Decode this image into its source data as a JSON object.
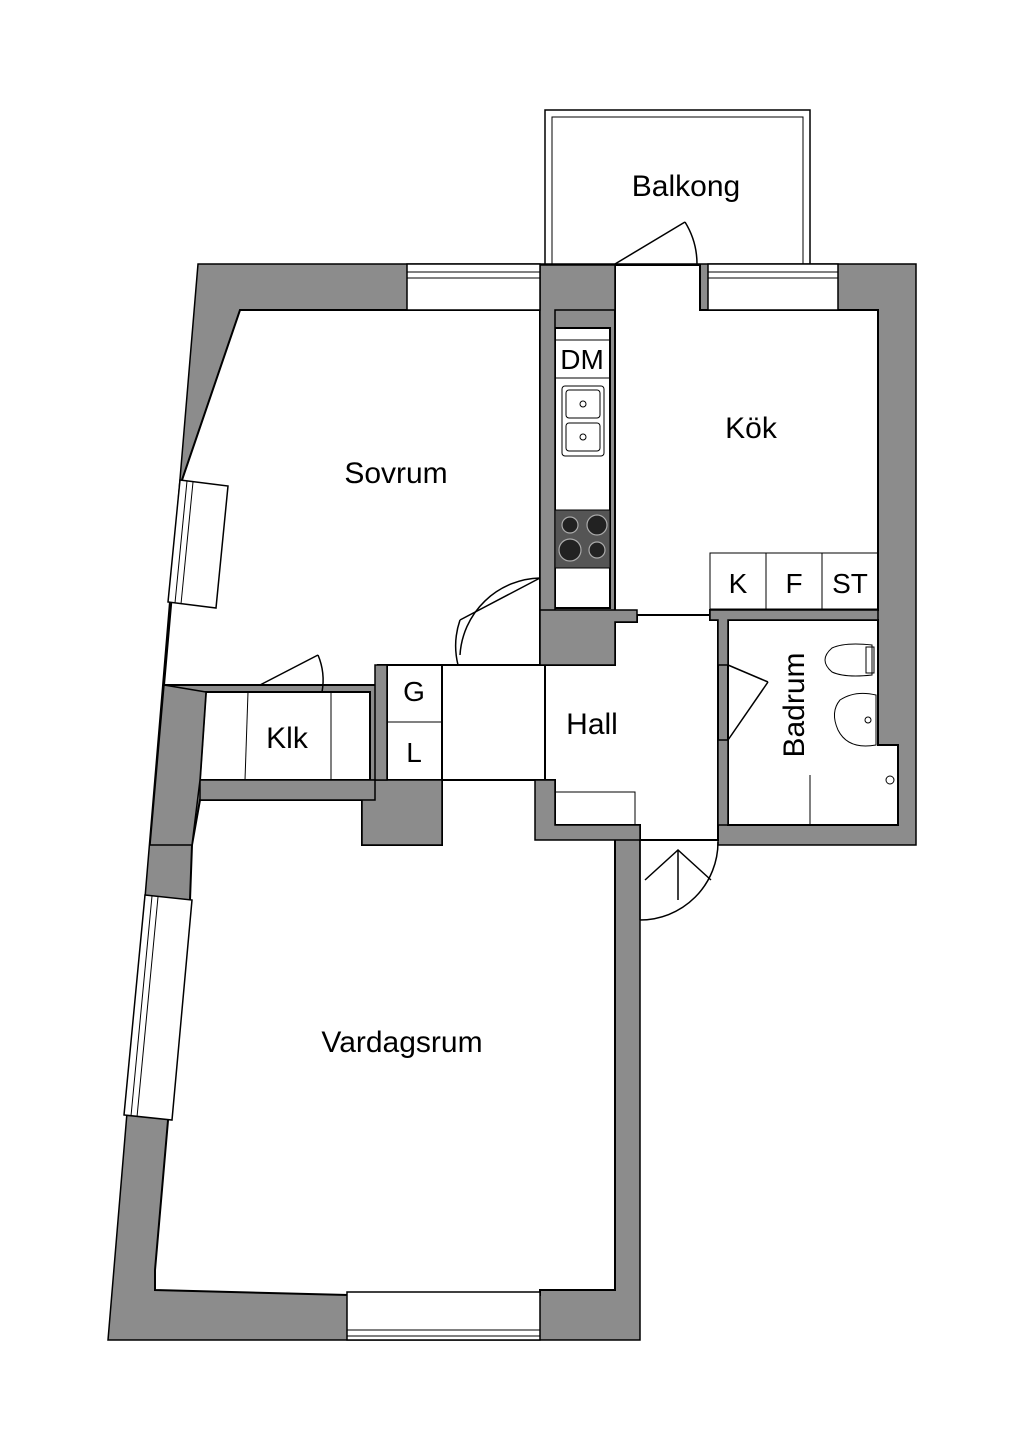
{
  "rooms": {
    "balcony": "Balkong",
    "kitchen": "Kök",
    "bedroom": "Sovrum",
    "closet": "Klk",
    "hall": "Hall",
    "bathroom": "Badrum",
    "living": "Vardagsrum"
  },
  "fixtures": {
    "dishwasher": "DM",
    "fridge": "K",
    "freezer": "F",
    "storage": "ST",
    "wardrobe_g": "G",
    "wardrobe_l": "L"
  },
  "colors": {
    "wall": "#8c8c8c",
    "floor": "#ffffff"
  }
}
